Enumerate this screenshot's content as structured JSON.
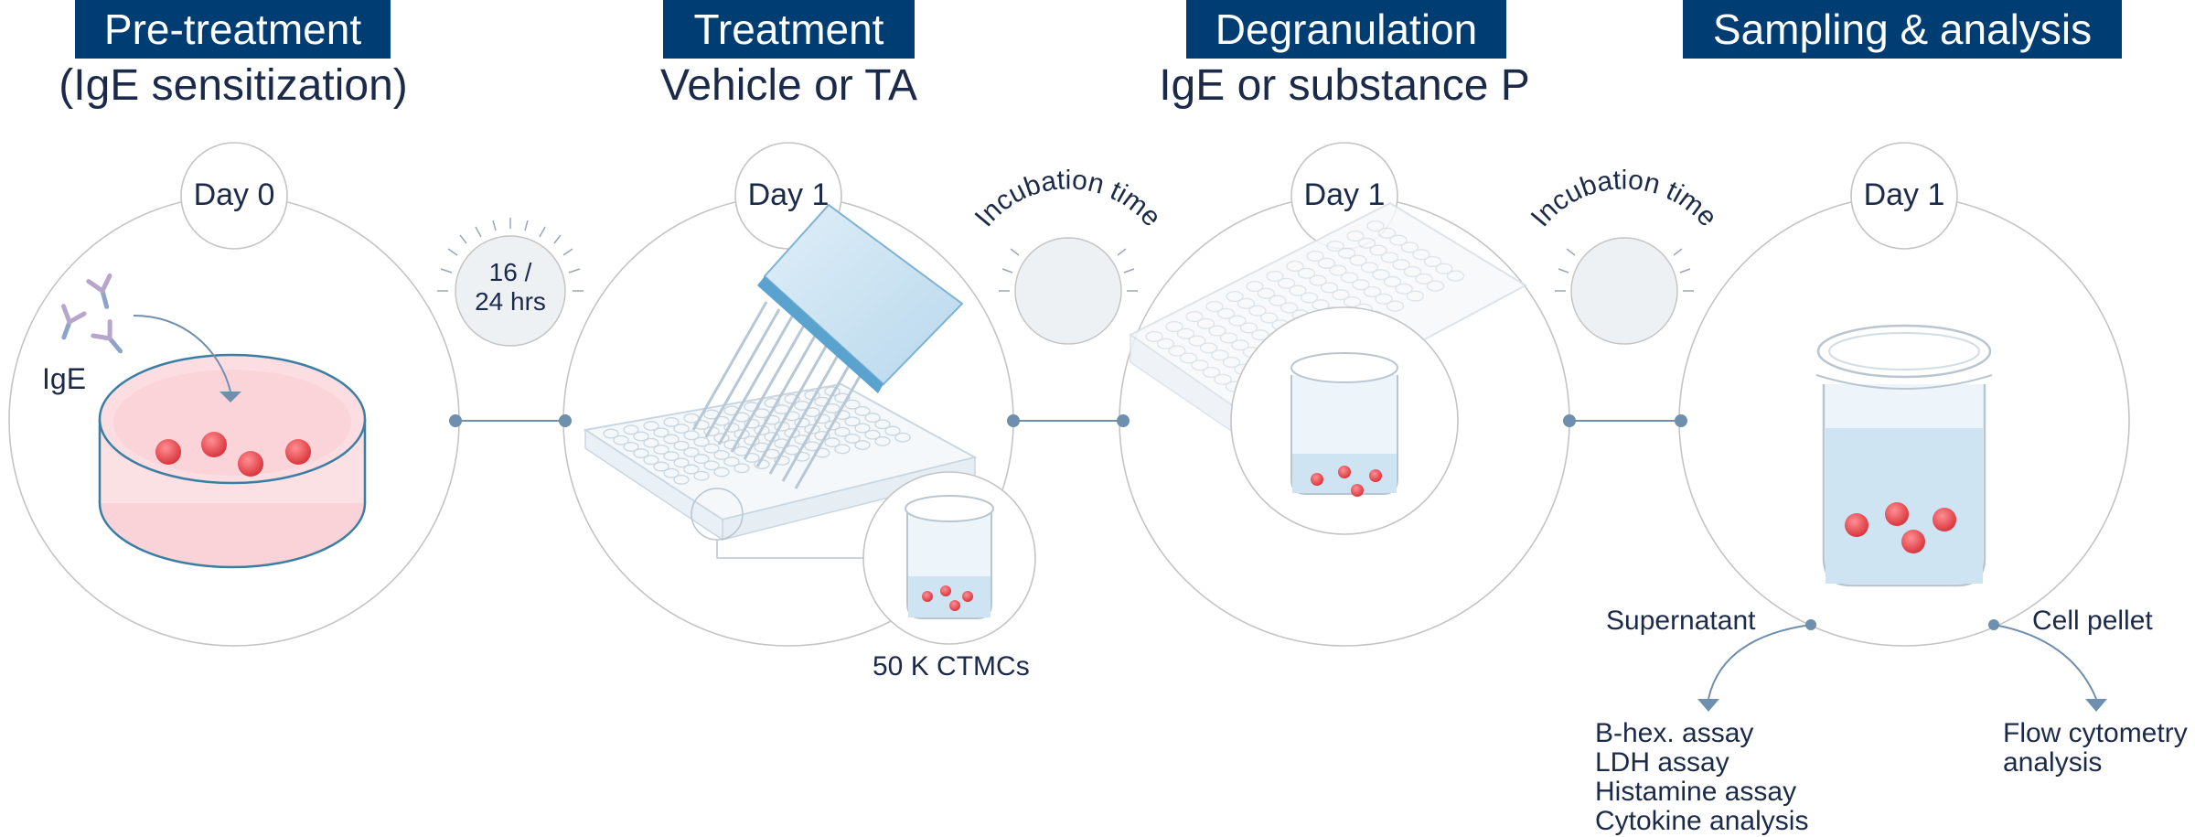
{
  "stages": [
    {
      "title": "Pre-treatment",
      "subtitle": "(IgE sensitization)",
      "day": "Day 0"
    },
    {
      "title": "Treatment",
      "subtitle": "Vehicle or TA",
      "day": "Day 1"
    },
    {
      "title": "Degranulation",
      "subtitle": "IgE or substance P",
      "day": "Day 1"
    },
    {
      "title": "Sampling & analysis",
      "subtitle": "",
      "day": "Day 1"
    }
  ],
  "timer": {
    "line1": "16 /",
    "line2": "24 hrs"
  },
  "incubation_label": "Incubation time",
  "ige_label": "IgE",
  "cells_label": "50 K CTMCs",
  "outputs": {
    "supernatant": {
      "label": "Supernatant",
      "assays": [
        "B-hex. assay",
        "LDH assay",
        "Histamine assay",
        "Cytokine analysis"
      ]
    },
    "pellet": {
      "label": "Cell pellet",
      "assays": [
        "Flow cytometry",
        "analysis"
      ]
    }
  },
  "colors": {
    "header_bg": "#003d73",
    "connector": "#6f8fae",
    "circle_outline": "#b9b9b9",
    "cell_red": "#e0393f",
    "dish_pink": "#f9d3d8",
    "dish_rim": "#3a7fa3",
    "text_dark": "#1c2a4a"
  }
}
